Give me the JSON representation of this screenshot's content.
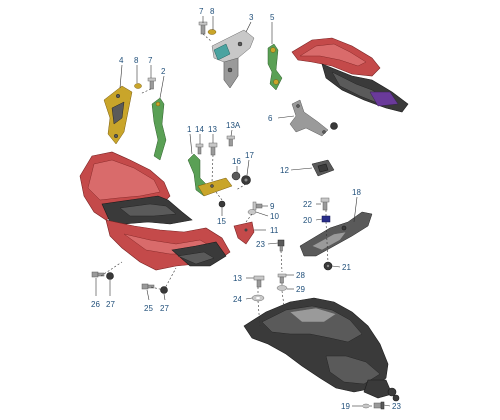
{
  "callouts": {
    "c1": "1",
    "c2": "2",
    "c3": "3",
    "c4": "4",
    "c5": "5",
    "c6": "6",
    "c7a": "7",
    "c7b": "7",
    "c8a": "8",
    "c8b": "8",
    "c9": "9",
    "c10": "10",
    "c11": "11",
    "c12": "12",
    "c13a": "13",
    "c13b": "13",
    "c13A": "13A",
    "c14": "14",
    "c15": "15",
    "c16": "16",
    "c17": "17",
    "c18": "18",
    "c19": "19",
    "c20": "20",
    "c21": "21",
    "c22": "22",
    "c23a": "23",
    "c23b": "23",
    "c24": "24",
    "c25": "25",
    "c26": "26",
    "c27a": "27",
    "c27b": "27",
    "c28": "28",
    "c29": "29"
  },
  "colors": {
    "callout_text": "#1f4e79",
    "fairing_red": "#c44a4a",
    "panel_dark": "#3a3a3a",
    "bracket_gold": "#c9a52a",
    "bracket_green": "#5aa055",
    "clip_teal": "#4aa3a0",
    "insert_purple": "#6a3a9a",
    "nut_navy": "#2a2f8a"
  }
}
